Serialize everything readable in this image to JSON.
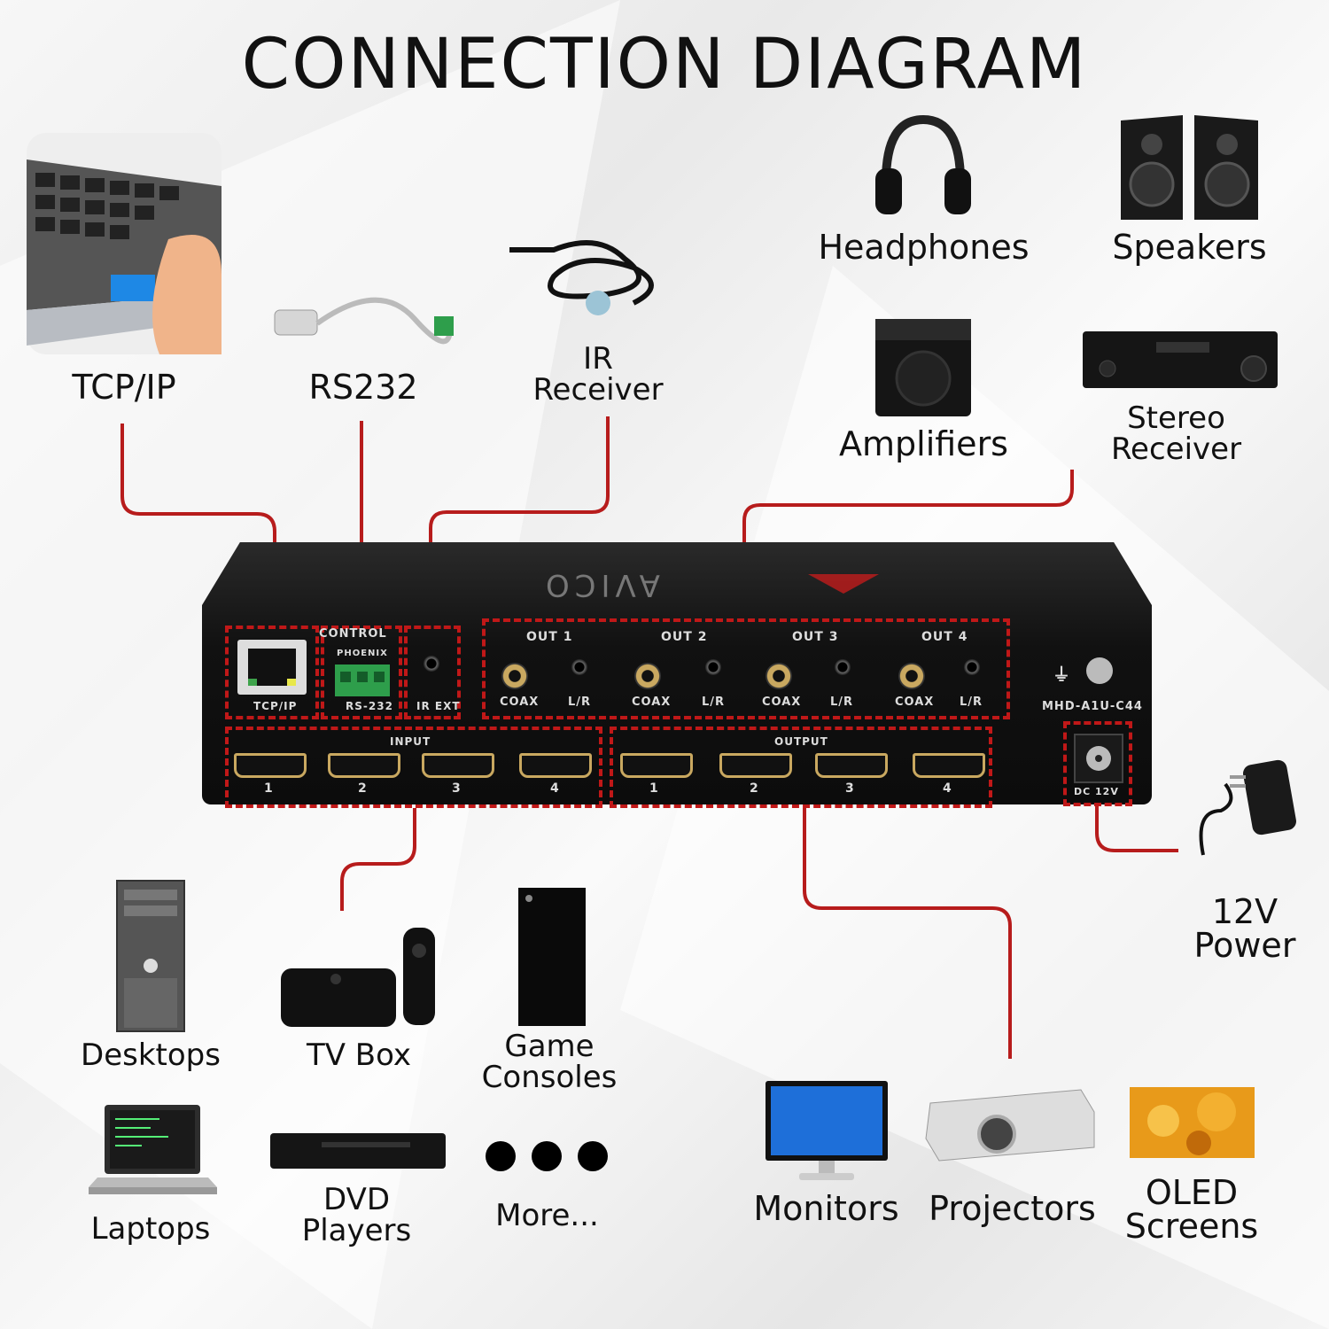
{
  "title": "CONNECTION DIAGRAM",
  "device": {
    "brand": "AVICO",
    "model": "MHD-A1U-C44",
    "control_label": "CONTROL",
    "phoenix_label": "PHOENIX",
    "tcpip_port": "TCP/IP",
    "rs232_port": "RS-232",
    "irext_port": "IR EXT",
    "input_label": "INPUT",
    "output_label": "OUTPUT",
    "dc_label": "DC 12V",
    "audio_outputs": [
      "OUT 1",
      "OUT 2",
      "OUT 3",
      "OUT 4"
    ],
    "coax_label": "COAX",
    "lr_label": "L/R",
    "input_numbers": [
      "1",
      "2",
      "3",
      "4"
    ],
    "output_numbers": [
      "1",
      "2",
      "3",
      "4"
    ]
  },
  "labels": {
    "tcpip": "TCP/IP",
    "rs232": "RS232",
    "ir_receiver": "IR\nReceiver",
    "headphones": "Headphones",
    "speakers": "Speakers",
    "amplifiers": "Amplifiers",
    "stereo_receiver": "Stereo\nReceiver",
    "power": "12V\nPower",
    "desktops": "Desktops",
    "tv_box": "TV Box",
    "game_consoles": "Game\nConsoles",
    "laptops": "Laptops",
    "dvd_players": "DVD\nPlayers",
    "more": "More...",
    "monitors": "Monitors",
    "projectors": "Projectors",
    "oled": "OLED\nScreens"
  },
  "colors": {
    "connector": "#b71c1c",
    "highlight": "#c01818"
  }
}
